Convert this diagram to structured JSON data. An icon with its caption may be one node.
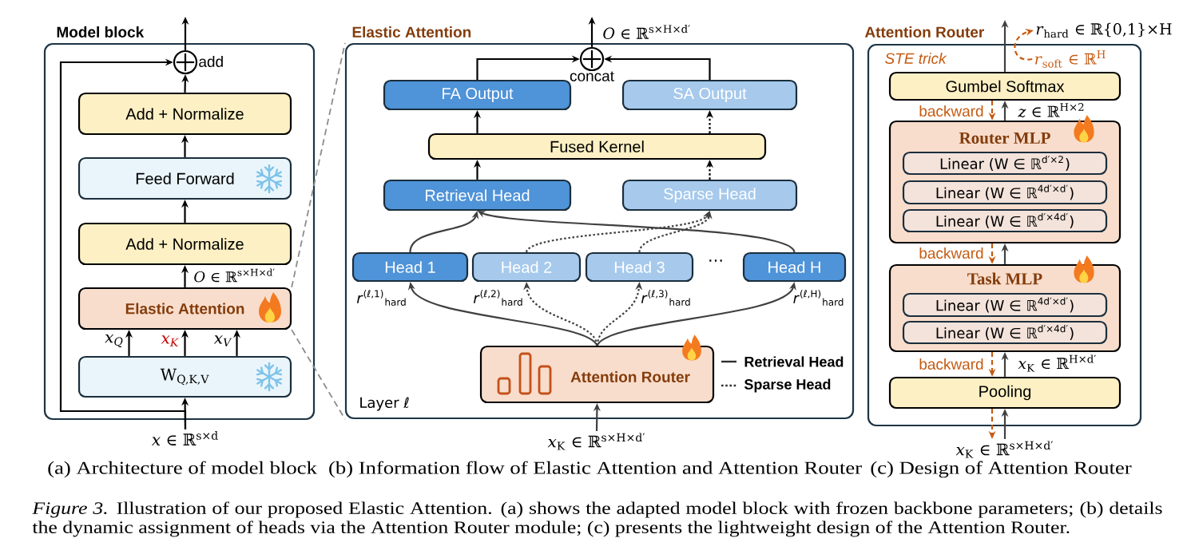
{
  "diagram": {
    "caption": "*Figure 3.* Illustration of our proposed Elastic Attention. (a) shows the adapted model block with frozen backbone parameters; (b) details the dynamic assignment of heads via the Attention Router module; (c) presents the lightweight design of the Attention Router.",
    "nodes": [
      {
        "text": [
          "Model block"
        ]
      },
      {
        "text": [],
        "shape": "circle",
        "beside": [
          "add"
        ],
        "in": 0
      },
      {
        "text": [
          "Add + Normalize"
        ],
        "in": 0
      },
      {
        "text": [
          "Feed Forward"
        ],
        "in": 0
      },
      {
        "text": [
          "Add + Normalize"
        ],
        "in": 0
      },
      {
        "text": [
          "Elastic Attention"
        ],
        "in": 0
      },
      {
        "text": [
          "W$_{Q,K,V}$"
        ],
        "in": 0
      },
      {
        "text": [
          "*x* ∈ ℝ$^{s×d}$"
        ]
      },
      {
        "text": [
          "Elastic Attention",
          "Layer ℓ"
        ]
      },
      {
        "text": [],
        "shape": "circle",
        "beside": [
          "concat"
        ],
        "in": 8
      },
      {
        "text": [
          "FA Output"
        ],
        "in": 8
      },
      {
        "text": [
          "SA Output"
        ],
        "in": 8
      },
      {
        "text": [
          "Fused Kernel"
        ],
        "in": 8
      },
      {
        "text": [
          "Retrieval Head"
        ],
        "in": 8
      },
      {
        "text": [
          "Sparse Head"
        ],
        "in": 8
      },
      {
        "text": [
          "Head 1"
        ],
        "in": 8
      },
      {
        "text": [
          "Head 2"
        ],
        "in": 8
      },
      {
        "text": [
          "Head 3"
        ],
        "in": 8
      },
      {
        "text": [
          "Head H"
        ],
        "in": 8
      },
      {
        "text": [
          "Attention Router"
        ],
        "in": 8
      },
      {
        "text": [
          "*x*$_{K}$ ∈ ℝ$^{s×H×d′}$"
        ]
      },
      {
        "text": [
          "Attention Router"
        ]
      },
      {
        "text": [
          "*r*$_{hard}$ ∈ ℝ{0,1}×H"
        ]
      },
      {
        "text": [
          "*r*$_{soft}$ ∈ ℝ$^{H}$"
        ],
        "in": 21
      },
      {
        "text": [
          "Gumbel Softmax"
        ],
        "in": 21
      },
      {
        "text": [
          "Router MLP"
        ],
        "in": 21
      },
      {
        "text": [
          "Linear (W ∈ ℝ$^{d′×2}$)"
        ],
        "in": 25
      },
      {
        "text": [
          "Linear (W ∈ ℝ$^{4d′×d′}$)"
        ],
        "in": 25
      },
      {
        "text": [
          "Linear (W ∈ ℝ$^{d′×4d′}$)"
        ],
        "in": 25
      },
      {
        "text": [
          "Task MLP"
        ],
        "in": 21
      },
      {
        "text": [
          "Linear (W ∈ ℝ$^{4d′×d′}$)"
        ],
        "in": 29
      },
      {
        "text": [
          "Linear (W ∈ ℝ$^{d′×4d′}$)"
        ],
        "in": 29
      },
      {
        "text": [
          "Pooling"
        ],
        "in": 21
      },
      {
        "text": [
          "*x*$_{K}$ ∈ ℝ$^{s×H×d′}$"
        ]
      }
    ],
    "edges": [
      {
        "from": 7,
        "to": 6,
        "arrow": "to"
      },
      {
        "from": 7,
        "to": 1,
        "arrow": "to"
      },
      {
        "from": 6,
        "to": 5,
        "arrow": "to",
        "label": "x$_{Q}$"
      },
      {
        "from": 6,
        "to": 5,
        "arrow": "to",
        "label": "x$_{K}$"
      },
      {
        "from": 6,
        "to": 5,
        "arrow": "to",
        "label": "x$_{V}$"
      },
      {
        "from": 5,
        "to": 4,
        "arrow": "to",
        "label": "*O* ∈ ℝ$^{s×H×d′}$"
      },
      {
        "from": 4,
        "to": 3,
        "arrow": "to"
      },
      {
        "from": 3,
        "to": 2,
        "arrow": "to"
      },
      {
        "from": 2,
        "to": 1,
        "arrow": "to"
      },
      {
        "from": 1,
        "to": null,
        "arrow": "to"
      },
      {
        "from": 5,
        "to": 8,
        "arrow": "none",
        "style": "dashed",
        "color": "#8c8c8c"
      },
      {
        "from": 5,
        "to": 8,
        "arrow": "none",
        "style": "dashed",
        "color": "#8c8c8c"
      },
      {
        "from": 20,
        "to": 19,
        "arrow": "to",
        "color": "#404040"
      },
      {
        "from": 19,
        "to": 15,
        "arrow": "to",
        "label": "*r*$^{(ℓ,1)}$$_{hard}$",
        "color": "#404040"
      },
      {
        "from": 19,
        "to": 16,
        "arrow": "to",
        "style": "dashed",
        "label": "*r*$^{(ℓ,2)}$$_{hard}$",
        "color": "#404040"
      },
      {
        "from": 19,
        "to": 17,
        "arrow": "to",
        "style": "dashed",
        "label": "*r*$^{(ℓ,3)}$$_{hard}$",
        "color": "#404040"
      },
      {
        "from": 19,
        "to": 18,
        "arrow": "to",
        "label": "*r*$^{(ℓ,H)}$$_{hard}$",
        "color": "#404040"
      },
      {
        "from": 15,
        "to": 13,
        "arrow": "to",
        "color": "#404040"
      },
      {
        "from": 18,
        "to": 13,
        "arrow": "to",
        "color": "#404040"
      },
      {
        "from": 16,
        "to": 14,
        "arrow": "to",
        "style": "dashed",
        "color": "#404040"
      },
      {
        "from": 17,
        "to": 14,
        "arrow": "to",
        "style": "dashed",
        "color": "#404040"
      },
      {
        "from": 13,
        "to": 12,
        "arrow": "to"
      },
      {
        "from": 14,
        "to": 12,
        "arrow": "to",
        "style": "dashed"
      },
      {
        "from": 12,
        "to": 10,
        "arrow": "to"
      },
      {
        "from": 12,
        "to": 11,
        "arrow": "to",
        "style": "dashed"
      },
      {
        "from": 10,
        "to": 9,
        "arrow": "to"
      },
      {
        "from": 11,
        "to": 9,
        "arrow": "to"
      },
      {
        "from": 9,
        "to": null,
        "arrow": "to",
        "label": "*O* ∈ ℝ$^{s×H×d′}$"
      },
      {
        "from": 33,
        "to": 32,
        "arrow": "to",
        "color": "#404040"
      },
      {
        "from": 32,
        "to": 33,
        "arrow": "to",
        "style": "dashed",
        "color": "#c55a11"
      },
      {
        "from": 32,
        "to": 29,
        "arrow": "to",
        "label": "*x*$_{K}$ ∈ ℝ$^{H×d′}$",
        "color": "#404040"
      },
      {
        "from": 29,
        "to": 32,
        "arrow": "to",
        "style": "dashed",
        "color": "#c55a11",
        "label": "backward"
      },
      {
        "from": 29,
        "to": 25,
        "arrow": "to",
        "color": "#404040"
      },
      {
        "from": 25,
        "to": 29,
        "arrow": "to",
        "style": "dashed",
        "color": "#c55a11",
        "label": "backward"
      },
      {
        "from": 25,
        "to": 24,
        "arrow": "to",
        "label": "*z* ∈ ℝ$^{H×2}$",
        "color": "#404040"
      },
      {
        "from": 24,
        "to": 25,
        "arrow": "to",
        "style": "dashed",
        "color": "#c55a11",
        "label": "backward"
      },
      {
        "from": 24,
        "to": null,
        "arrow": "to",
        "color": "#404040"
      },
      {
        "from": 23,
        "to": 22,
        "arrow": "to",
        "style": "dashed",
        "color": "#c55a11"
      }
    ],
    "labels": [
      "STE trick",
      "⋯",
      "(a) Architecture of model block",
      "(b) Information flow of Elastic Attention and Attention Router",
      "(c) Design of Attention Router"
    ],
    "legend": [
      {
        "text": "Retrieval Head"
      },
      {
        "text": "Sparse Head"
      }
    ]
  }
}
